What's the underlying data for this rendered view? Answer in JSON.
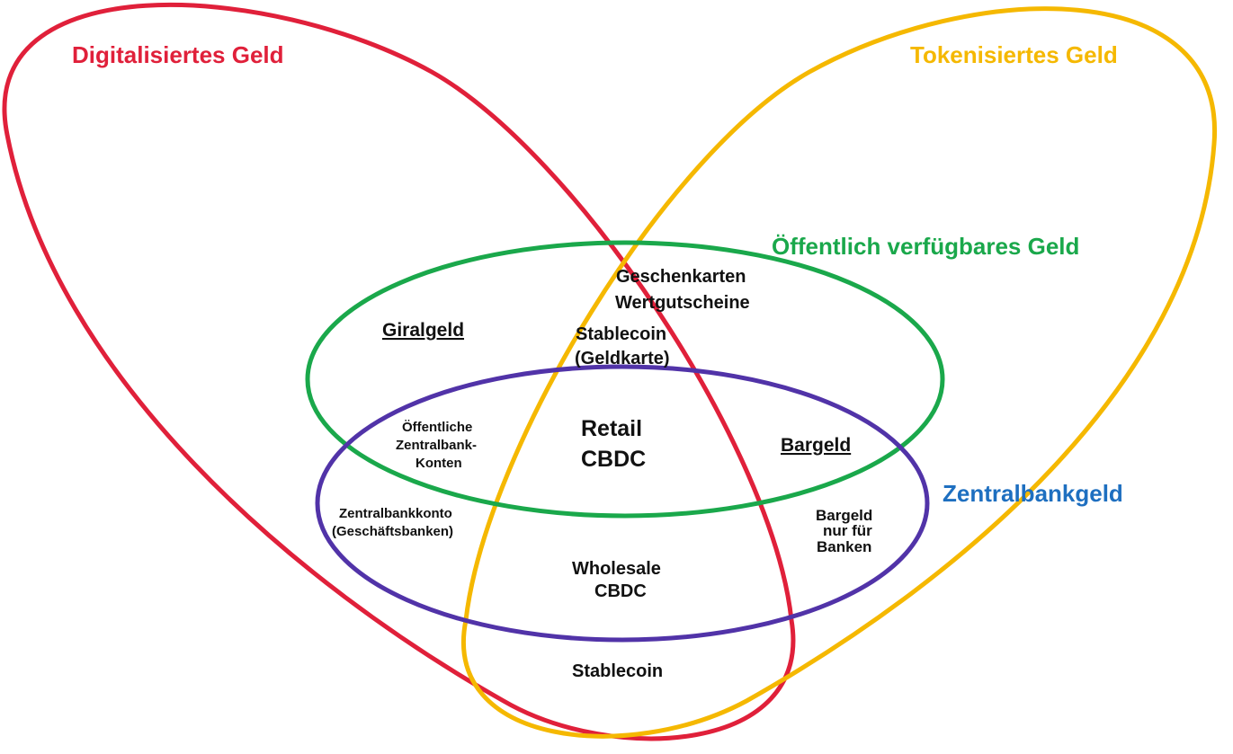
{
  "colors": {
    "digital": "#e0203a",
    "tokenized": "#f5b800",
    "public": "#1aa84b",
    "central": "#5133a8",
    "central_label": "#1e6fc0"
  },
  "sets": {
    "digitalisiert": "Digitalisiertes Geld",
    "tokenisiert": "Tokenisiertes Geld",
    "oeffentlich": "Öffentlich verfügbares Geld",
    "zentralbank": "Zentralbankgeld"
  },
  "regions": {
    "geschenkkarten": "Geschenkarten",
    "wertgutscheine": "Wertgutscheine",
    "giralgeld": "Giralgeld",
    "stablecoin_top": "Stablecoin",
    "geldkarte": "(Geldkarte)",
    "oeffentliche_1": "Öffentliche",
    "oeffentliche_2": "Zentralbank-",
    "oeffentliche_3": "Konten",
    "retail_1": "Retail",
    "retail_2": "CBDC",
    "bargeld": "Bargeld",
    "zbk_1": "Zentralbankkonto",
    "zbk_2": "(Geschäftsbanken)",
    "bnb_1": "Bargeld",
    "bnb_2": "nur für",
    "bnb_3": "Banken",
    "wholesale_1": "Wholesale",
    "wholesale_2": "CBDC",
    "stablecoin_bottom": "Stablecoin"
  }
}
